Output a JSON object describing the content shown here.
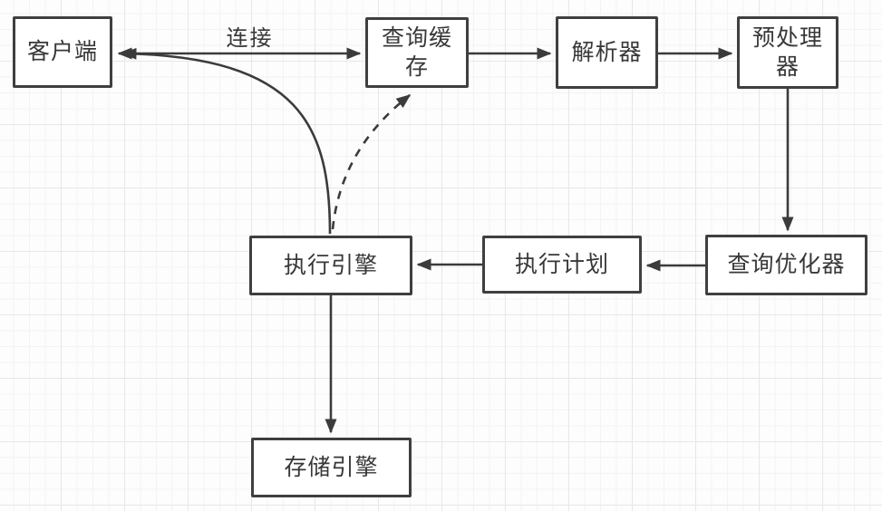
{
  "diagram_title": "",
  "nodes": {
    "client": {
      "label": "客户端"
    },
    "query_cache": {
      "label": "查询缓存"
    },
    "parser": {
      "label": "解析器"
    },
    "preprocessor": {
      "label": "预处理器"
    },
    "query_optimizer": {
      "label": "查询优化器"
    },
    "execution_plan": {
      "label": "执行计划"
    },
    "execution_engine": {
      "label": "执行引擎"
    },
    "storage_engine": {
      "label": "存储引擎"
    }
  },
  "edges": [
    {
      "from": "client",
      "to": "query_cache",
      "label": "连接",
      "style": "solid",
      "arrows": "both"
    },
    {
      "from": "query_cache",
      "to": "parser",
      "label": "",
      "style": "solid",
      "arrows": "end"
    },
    {
      "from": "parser",
      "to": "preprocessor",
      "label": "",
      "style": "solid",
      "arrows": "end"
    },
    {
      "from": "preprocessor",
      "to": "query_optimizer",
      "label": "",
      "style": "solid",
      "arrows": "end"
    },
    {
      "from": "query_optimizer",
      "to": "execution_plan",
      "label": "",
      "style": "solid",
      "arrows": "end"
    },
    {
      "from": "execution_plan",
      "to": "execution_engine",
      "label": "",
      "style": "solid",
      "arrows": "end"
    },
    {
      "from": "execution_engine",
      "to": "storage_engine",
      "label": "",
      "style": "solid",
      "arrows": "end"
    },
    {
      "from": "execution_engine",
      "to": "client",
      "label": "",
      "style": "solid",
      "arrows": "end",
      "curved": true
    },
    {
      "from": "execution_engine",
      "to": "query_cache",
      "label": "",
      "style": "dashed",
      "arrows": "end",
      "curved": true
    }
  ],
  "colors": {
    "stroke": "#3b3b3b",
    "node_border": "#3f3f3f",
    "node_bg": "#ffffff",
    "text": "#383838",
    "grid_minor": "#f3f3f3",
    "grid_major": "#e7e7e7",
    "page_bg": "#fdfdfd"
  }
}
